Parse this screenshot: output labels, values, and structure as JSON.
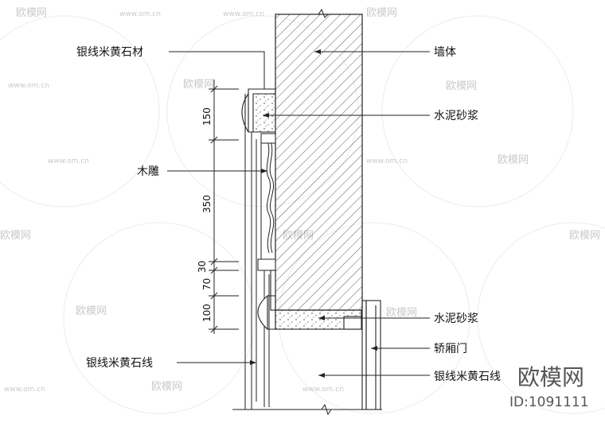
{
  "labels": {
    "silver_beige_stone_material": "银线米黄石材",
    "wall": "墙体",
    "cement_mortar_top": "水泥砂浆",
    "wood_carving": "木雕",
    "cement_mortar_bottom": "水泥砂浆",
    "car_door": "轿厢门",
    "silver_beige_stone_line_left": "银线米黄石线",
    "silver_beige_stone_line_right": "银线米黄石线"
  },
  "dimensions": [
    "150",
    "350",
    "30",
    "70",
    "100"
  ],
  "watermark": {
    "site": "www.om.cn",
    "brand": "欧模网",
    "id": "ID:1091111"
  }
}
